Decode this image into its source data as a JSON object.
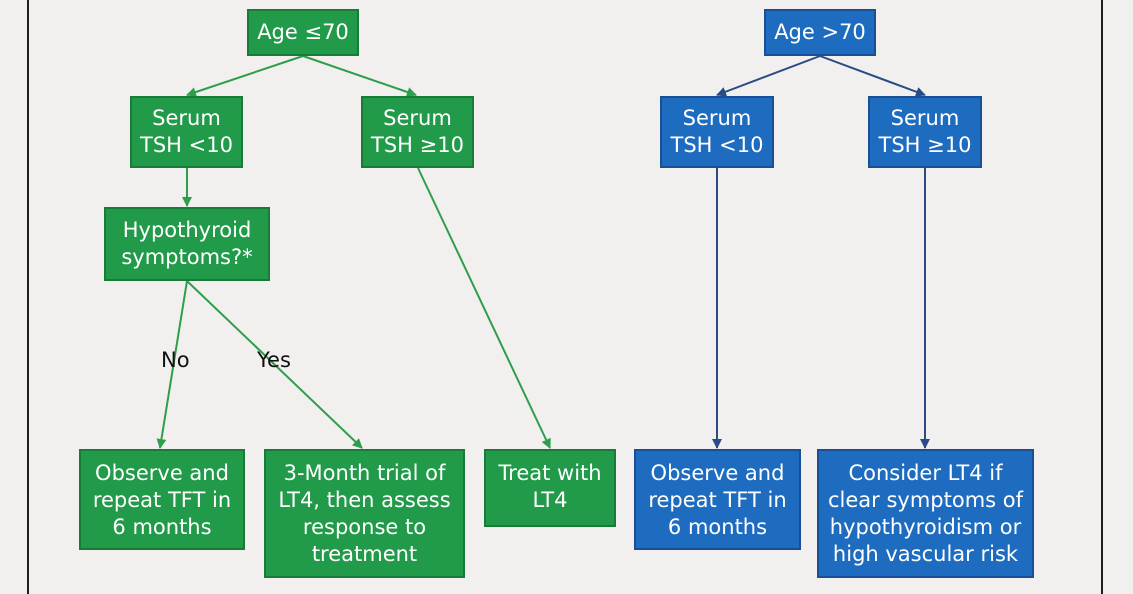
{
  "colors": {
    "green_box": "#219b49",
    "blue_box": "#1e6cc0",
    "green_arrow": "#2f9e4c",
    "blue_arrow": "#2a4c86",
    "background": "#f1f0ee"
  },
  "left": {
    "age": "Age ≤70",
    "tsh_low": [
      "Serum",
      "TSH <10"
    ],
    "tsh_high": [
      "Serum",
      "TSH ≥10"
    ],
    "symptoms": [
      "Hypothyroid",
      "symptoms?*"
    ],
    "no_label": "No",
    "yes_label": "Yes",
    "observe": [
      "Observe and",
      "repeat TFT in",
      "6 months"
    ],
    "trial": [
      "3-Month trial of",
      "LT4, then assess",
      "response to",
      "treatment"
    ],
    "treat": [
      "Treat with",
      "LT4"
    ]
  },
  "right": {
    "age": "Age >70",
    "tsh_low": [
      "Serum",
      "TSH <10"
    ],
    "tsh_high": [
      "Serum",
      "TSH ≥10"
    ],
    "observe": [
      "Observe and",
      "repeat TFT in",
      "6 months"
    ],
    "consider": [
      "Consider LT4 if",
      "clear symptoms of",
      "hypothyroidism or",
      "high vascular risk"
    ]
  }
}
